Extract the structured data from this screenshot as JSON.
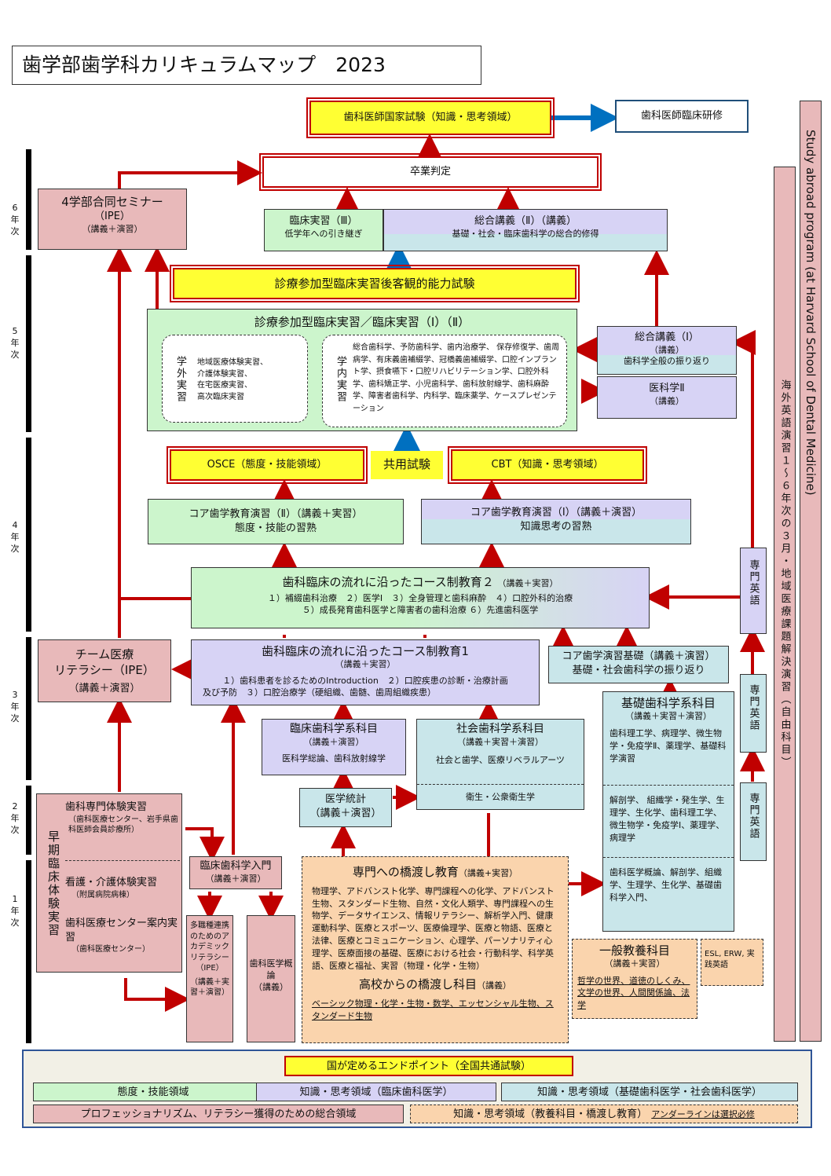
{
  "title": "歯学部歯学科カリキュラムマップ　2023",
  "years": {
    "y6": [
      "6",
      "年",
      "次"
    ],
    "y5": [
      "5",
      "年",
      "次"
    ],
    "y4": [
      "4",
      "年",
      "次"
    ],
    "y3": [
      "3",
      "年",
      "次"
    ],
    "y2": [
      "2",
      "年",
      "次"
    ],
    "y1": [
      "1",
      "年",
      "次"
    ]
  },
  "national_exam": "歯科医師国家試験（知識・思考領域）",
  "clinical_training": "歯科医師臨床研修",
  "graduation": "卒業判定",
  "seminar4": {
    "title": "4学部合同セミナー",
    "sub": "（IPE）",
    "note": "（講義＋演習）"
  },
  "rinsho3": {
    "title": "臨床実習（Ⅲ）",
    "sub": "低学年への引き継ぎ"
  },
  "sogo2": {
    "title": "総合講義（Ⅱ）（講義）",
    "sub": "基礎・社会・臨床歯科学の総合的修得"
  },
  "post_exam": "診療参加型臨床実習後客観的能力試験",
  "clinical_main": {
    "title": "診療参加型臨床実習／臨床実習（Ⅰ）（Ⅱ）",
    "outside_label": "学外実習",
    "outside_items": "地域医療体験実習、\n介護体験実習、\n在宅医療実習、\n高次臨床実習",
    "inside_label": "学内実習",
    "inside_items": "総合歯科学、予防歯科学、歯内治療学、 保存修復学、歯周病学、有床義歯補綴学、冠橋義歯補綴学、口腔インプラント学、摂食嚥下・口腔リハビリテーション学、口腔外科学、歯科矯正学、小児歯科学、歯科放射線学、歯科麻酔学、障害者歯科学、内科学、臨床薬学、ケースプレゼンテーション"
  },
  "sogo1": {
    "title": "総合講義（Ⅰ）",
    "sub": "（講義）",
    "note": "歯科学全般の振り返り"
  },
  "igaku2": {
    "title": "医科学Ⅱ",
    "sub": "（講義）"
  },
  "osce": "OSCE（態度・技能領域）",
  "kyoyo_test": "共用試験",
  "cbt": "CBT（知識・思考領域）",
  "core2": {
    "title": "コア歯学教育演習（Ⅱ）（講義＋実習）",
    "sub": "態度・技能の習熟"
  },
  "core1": {
    "title": "コア歯学教育演習（Ⅰ）（講義＋演習）",
    "sub": "知識思考の習熟"
  },
  "course2": {
    "title": "歯科臨床の流れに沿ったコース制教育２",
    "tag": "（講義＋実習）",
    "line1": "１）補綴歯科治療　２）医学Ⅰ　３）全身管理と歯科麻酔　４）口腔外科的治療",
    "line2": "５）成長発育歯科医学と障害者の歯科治療 ６）先進歯科医学"
  },
  "senmon_eigo": "専門英語",
  "team": {
    "title": "チーム医療",
    "title2": "リテラシー（IPE）",
    "sub": "（講義＋演習）"
  },
  "course1": {
    "title": "歯科臨床の流れに沿ったコース制教育1",
    "sub": "（講義＋実習）",
    "line1": "１）歯科患者を診るためのIntroduction　２）口腔疾患の診断・治療計画",
    "line2": "及び予防　３）口腔治療学（硬組織、歯髄、歯周組織疾患）"
  },
  "core_kiso": {
    "title": "コア歯学演習基礎（講義＋演習）",
    "sub": "基礎・社会歯科学の振り返り"
  },
  "kiso_main": {
    "title": "基礎歯科学系科目",
    "sub": "（講義＋実習＋演習）",
    "items3": "歯科理工学、病理学、微生物学・免疫学Ⅱ、薬理学、基礎科学演習",
    "items2": "解剖学、 組織学・発生学、生理学、生化学、歯科理工学、微生物学・免疫学Ⅰ、薬理学、病理学",
    "items1": "歯科医学概論、解剖学、組織学、生理学、生化学、基礎歯科学入門、"
  },
  "rinsho_kei": {
    "title": "臨床歯科学系科目",
    "sub": "（講義＋演習）",
    "items": "医科学総論、歯科放射線学"
  },
  "shakai": {
    "title": "社会歯科学系科目",
    "sub": "（講義＋実習＋演習）",
    "items": "社会と歯学、医療リベラルアーツ",
    "items2": "衛生・公衆衛生学"
  },
  "igaku_tokei": {
    "title": "医学統計",
    "sub": "（講義＋演習）"
  },
  "soki": {
    "label": "早期臨床体験実習",
    "t1": "歯科専門体験実習",
    "t1n": "（歯科医療センター、岩手県歯科医師会員診療所）",
    "t2": "看護・介護体験実習",
    "t2n": "（附属病院病棟）",
    "t3": "歯科医療センター案内実習",
    "t3n": "（歯科医療センター）"
  },
  "rinsho_nyumon": {
    "title": "臨床歯科学入門",
    "sub": "（講義＋演習）"
  },
  "tashokushu": {
    "text": "多職種連携のためのアカデミックリテラシー（IPE）",
    "sub": "（講義＋実習＋演習）"
  },
  "shika_gairon": {
    "title": "歯科医学概論",
    "sub": "（講義）"
  },
  "bridge": {
    "title": "専門への橋渡し教育",
    "tag": "（講義+実習）",
    "items": "物理学、アドバンスト化学、専門課程への化学、アドバンスト生物、スタンダード生物、自然・文化人類学、専門課程への生物学、データサイエンス、情報リテラシー、解析学入門、健康運動科学、医療とスポーツ、医療倫理学、医療と物語、医療と法律、医療とコミュニケーション、心理学、パーソナリティ心理学、医療面接の基礎、医療における社会・行動科学、科学英語、医療と福祉、実習（物理・化学・生物）",
    "hs_title": "高校からの橋渡し科目",
    "hs_tag": "（講義）",
    "hs_items": "ベーシック物理・化学・生物・数学、エッセンシャル生物、スタンダード生物"
  },
  "ippan": {
    "title": "一般教養科目",
    "sub": "（講義＋実習）",
    "items": "哲学の世界、道徳のしくみ、文学の世界、人間関係論、法学"
  },
  "esl": "ESL, ERW, 実践英語",
  "kaigai": "海外英語演習１〜６年次の３月・地域医療課題解決演習（自由科目）",
  "study_abroad": "Study abroad program (at Harvard School of Dental Medicine)",
  "legend": {
    "title": "国が定めるエンドポイント（全国共通試験）",
    "l1": "態度・技能領域",
    "l2": "知識・思考領域（臨床歯科医学）",
    "l3": "知識・思考領域（基礎歯科医学・社会歯科医学）",
    "l4": "プロフェッショナリズム、リテラシー獲得のための総合領域",
    "l5": "知識・思考領域（教養科目・橋渡し教育）",
    "l5note": "アンダーラインは選択必修"
  },
  "colors": {
    "arrow_red": "#c00000",
    "arrow_blue": "#0070c0",
    "pink": "#e8b9ba",
    "green": "#ccf5cc",
    "lavender": "#d7d3f5",
    "teal": "#c9e6ea",
    "peach": "#fad4ad",
    "yellow": "#ffff33"
  }
}
